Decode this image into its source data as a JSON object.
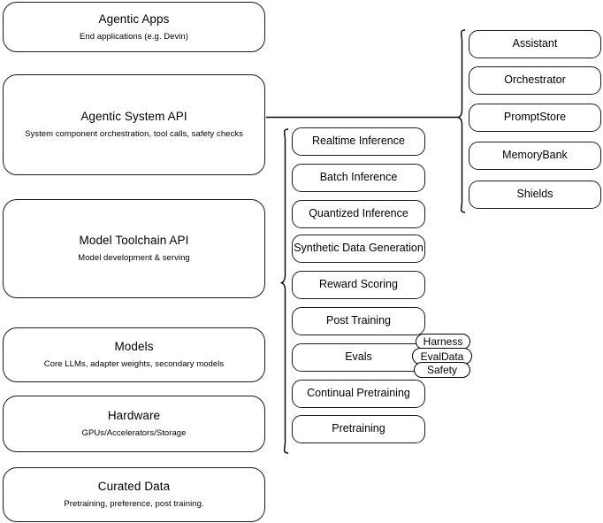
{
  "diagram": {
    "title": "Agentic stack layered architecture",
    "background_color": "#ffffff",
    "stroke_color": "#000000"
  },
  "stack": {
    "layers": [
      {
        "title": "Agentic Apps",
        "subtitle": "End applications (e.g. Devin)"
      },
      {
        "title": "Agentic System API",
        "subtitle": "System component orchestration, tool calls, safety checks"
      },
      {
        "title": "Model Toolchain API",
        "subtitle": "Model development & serving"
      },
      {
        "title": "Models",
        "subtitle": "Core LLMs, adapter weights, secondary models"
      },
      {
        "title": "Hardware",
        "subtitle": "GPUs/Accelerators/Storage"
      },
      {
        "title": "Curated Data",
        "subtitle": "Pretraining, preference, post training."
      }
    ]
  },
  "toolchain_components": {
    "items": [
      {
        "label": "Realtime Inference"
      },
      {
        "label": "Batch Inference"
      },
      {
        "label": "Quantized Inference"
      },
      {
        "label": "Synthetic Data Generation"
      },
      {
        "label": "Reward Scoring"
      },
      {
        "label": "Post Training"
      },
      {
        "label": "Evals"
      },
      {
        "label": "Continual Pretraining"
      },
      {
        "label": "Pretraining"
      }
    ]
  },
  "evals_badges": {
    "items": [
      {
        "label": "Harness"
      },
      {
        "label": "EvalData"
      },
      {
        "label": "Safety"
      }
    ]
  },
  "system_components": {
    "items": [
      {
        "label": "Assistant"
      },
      {
        "label": "Orchestrator"
      },
      {
        "label": "PromptStore"
      },
      {
        "label": "MemoryBank"
      },
      {
        "label": "Shields"
      }
    ]
  }
}
